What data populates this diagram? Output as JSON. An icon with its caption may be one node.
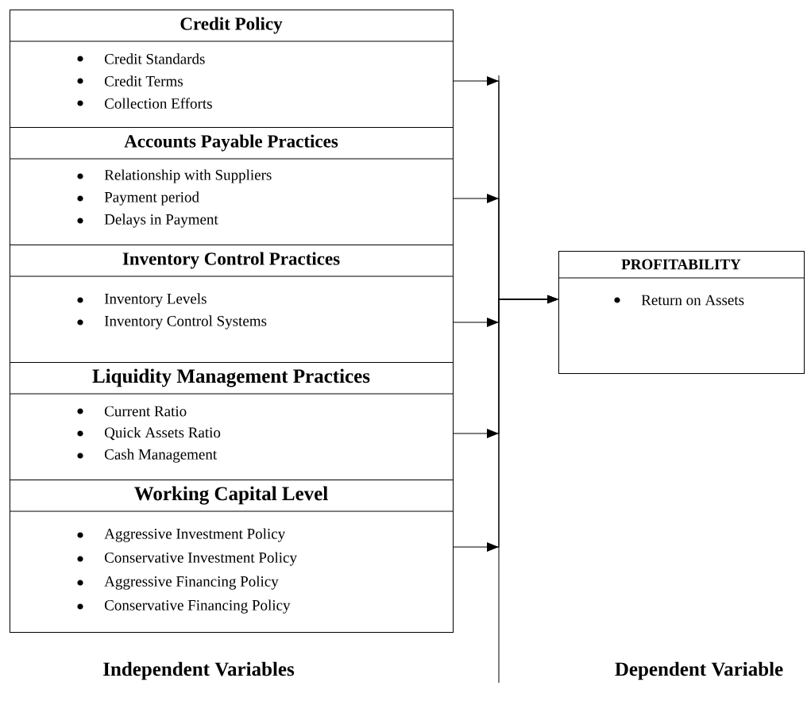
{
  "diagram": {
    "nodes": [
      {
        "text": [
          "Credit Policy",
          "Credit Standards",
          "Credit Terms",
          "Collection Efforts"
        ]
      },
      {
        "text": [
          "Accounts Payable Practices",
          "Relationship with Suppliers",
          "Payment period",
          "Delays in Payment"
        ]
      },
      {
        "text": [
          "Inventory Control Practices",
          "Inventory Levels",
          "Inventory Control Systems"
        ]
      },
      {
        "text": [
          "Liquidity Management Practices",
          "Current Ratio",
          "Quick Assets Ratio",
          "Cash Management"
        ]
      },
      {
        "text": [
          "Working Capital Level",
          "Aggressive Investment Policy",
          "Conservative Investment Policy",
          "Aggressive Financing Policy",
          "Conservative Financing Policy"
        ]
      },
      {
        "text": [
          "PROFITABILITY",
          "Return on Assets"
        ]
      }
    ],
    "edges": [
      {
        "from": 0,
        "to": 5,
        "arrow": "to"
      },
      {
        "from": 1,
        "to": 5,
        "arrow": "to"
      },
      {
        "from": 2,
        "to": 5,
        "arrow": "to"
      },
      {
        "from": 3,
        "to": 5,
        "arrow": "to"
      },
      {
        "from": 4,
        "to": 5,
        "arrow": "to"
      }
    ],
    "labels": [
      "Independent Variables",
      "Dependent Variable"
    ]
  }
}
